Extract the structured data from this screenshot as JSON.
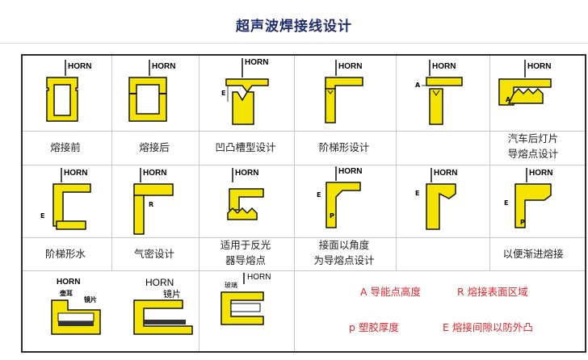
{
  "page": {
    "title": "超声波焊接线设计"
  },
  "colors": {
    "part": "#f5e400",
    "outline": "#111111",
    "title": "#1f2d6e",
    "legend": "#e0242a"
  },
  "tiles": [
    {
      "caption": "熔接前",
      "icons": [
        "HORN"
      ]
    },
    {
      "caption": "熔接后",
      "icons": [
        "HORN"
      ]
    },
    {
      "caption": "凹凸槽型设计",
      "icons": [
        "HORN",
        "E"
      ]
    },
    {
      "caption": "阶梯形设计",
      "icons": [
        "HORN"
      ]
    },
    {
      "caption": "",
      "icons": [
        "HORN",
        "A"
      ]
    },
    {
      "caption_lines": [
        "汽车后灯片",
        "导熔点设计"
      ],
      "icons": [
        "HORN",
        "A"
      ]
    },
    {
      "caption": "阶梯形水",
      "icons": [
        "HORN",
        "E"
      ]
    },
    {
      "caption": "气密设计",
      "icons": [
        "HORN",
        "R"
      ]
    },
    {
      "caption_lines": [
        "适用于反光",
        "器导熔点"
      ],
      "icons": [
        "HORN"
      ]
    },
    {
      "caption_lines": [
        "接面以角度",
        "为导熔点设计"
      ],
      "icons": [
        "HORN",
        "E",
        "P"
      ]
    },
    {
      "caption": "",
      "icons": [
        "HORN",
        "E"
      ]
    },
    {
      "caption": "以便渐进熔接",
      "icons": [
        "HORN",
        "E",
        "P"
      ]
    },
    {
      "caption": "",
      "labels": [
        "HORN",
        "壶耳",
        "镜片"
      ]
    },
    {
      "caption": "",
      "labels": [
        "HORN",
        "镜片"
      ]
    },
    {
      "caption": "",
      "labels": [
        "HORN",
        "玻璃"
      ]
    }
  ],
  "legend": [
    {
      "text": "A 导能点高度"
    },
    {
      "text": "R 熔接表面区域"
    },
    {
      "text": "p 塑胶厚度"
    },
    {
      "text": "E 熔接间隙以防外凸"
    }
  ]
}
